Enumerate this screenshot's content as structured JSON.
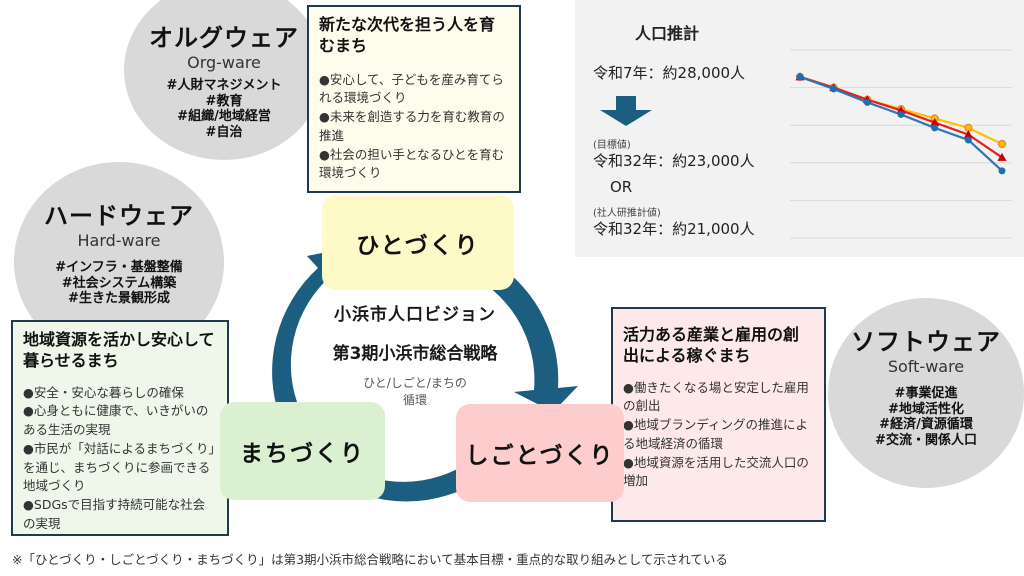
{
  "circles": {
    "orgware": {
      "jp": "オルグウェア",
      "en": "Org-ware",
      "tags": [
        "#人財マネジメント",
        "#教育",
        "#組織/地域経営",
        "#自治"
      ]
    },
    "hardware": {
      "jp": "ハードウェア",
      "en": "Hard-ware",
      "tags": [
        "#インフラ・基盤整備",
        "#社会システム構築",
        "#生きた景観形成"
      ]
    },
    "software": {
      "jp": "ソフトウェア",
      "en": "Soft-ware",
      "tags": [
        "#事業促進",
        "#地域活性化",
        "#経済/資源循環",
        "#交流・関係人口"
      ]
    }
  },
  "boxes": {
    "hito": {
      "title": "新たな次代を担う人を育むまち",
      "items": [
        "●安心して、子どもを産み育てられる環境づくり",
        "●未来を創造する力を育む教育の推進",
        "●社会の担い手となるひとを育む環境づくり"
      ],
      "bg": "#fefcec"
    },
    "machi": {
      "title": "地域資源を活かし安心して暮らせるまち",
      "items": [
        "●安全・安心な暮らしの確保",
        "●心身ともに健康で、いきがいのある生活の実現",
        "●市民が「対話によるまちづくり」を通じ、まちづくりに参画できる地域づくり",
        "●SDGsで目指す持続可能な社会の実現"
      ],
      "bg": "#eef7ea"
    },
    "shigoto": {
      "title": "活力ある産業と雇用の創出による稼ぐまち",
      "items": [
        "●働きたくなる場と安定した雇用の創出",
        "●地域ブランディングの推進による地域経済の循環",
        "●地域資源を活用した交流人口の増加"
      ],
      "bg": "#fde9ea"
    }
  },
  "pills": {
    "hito": {
      "label": "ひとづくり",
      "bg": "#fdfac8"
    },
    "machi": {
      "label": "まちづくり",
      "bg": "#dbf0d0"
    },
    "shigoto": {
      "label": "しごとづくり",
      "bg": "#fdcdcd"
    }
  },
  "center": {
    "line1": "小浜市人口ビジョン",
    "line2": "第3期小浜市総合戦略",
    "sub1": "ひと/しごと/まちの",
    "sub2": "循環"
  },
  "population": {
    "title": "人口推計",
    "current": "令和7年：約28,000人",
    "target_label": "(目標値)",
    "target": "令和32年：約23,000人",
    "or": "OR",
    "ipss_label": "(社人研推計値)",
    "ipss": "令和32年：約21,000人"
  },
  "chart_data": {
    "type": "line",
    "title": "",
    "xlabel": "",
    "ylabel": "",
    "x": [
      1,
      2,
      3,
      4,
      5,
      6,
      7
    ],
    "ylim": [
      16000,
      30000
    ],
    "grid": true,
    "legend": "none",
    "series": [
      {
        "name": "orange",
        "color": "#ffc000",
        "marker": "circle-open",
        "values": [
          28000,
          27200,
          26300,
          25600,
          24900,
          24200,
          23000
        ]
      },
      {
        "name": "red",
        "color": "#e61e1e",
        "marker": "triangle",
        "values": [
          28000,
          27200,
          26300,
          25500,
          24600,
          23700,
          22000
        ]
      },
      {
        "name": "blue",
        "color": "#2e75b6",
        "marker": "circle",
        "values": [
          28000,
          27100,
          26100,
          25200,
          24200,
          23300,
          21000
        ]
      }
    ]
  },
  "footnote": "※「ひとづくり・しごとづくり・まちづくり」は第3期小浜市総合戦略において基本目標・重点的な取り組みとして示されている",
  "colors": {
    "arrow": "#1b5e80",
    "border": "#1f3a4d",
    "circle": "#d9d9d9"
  }
}
